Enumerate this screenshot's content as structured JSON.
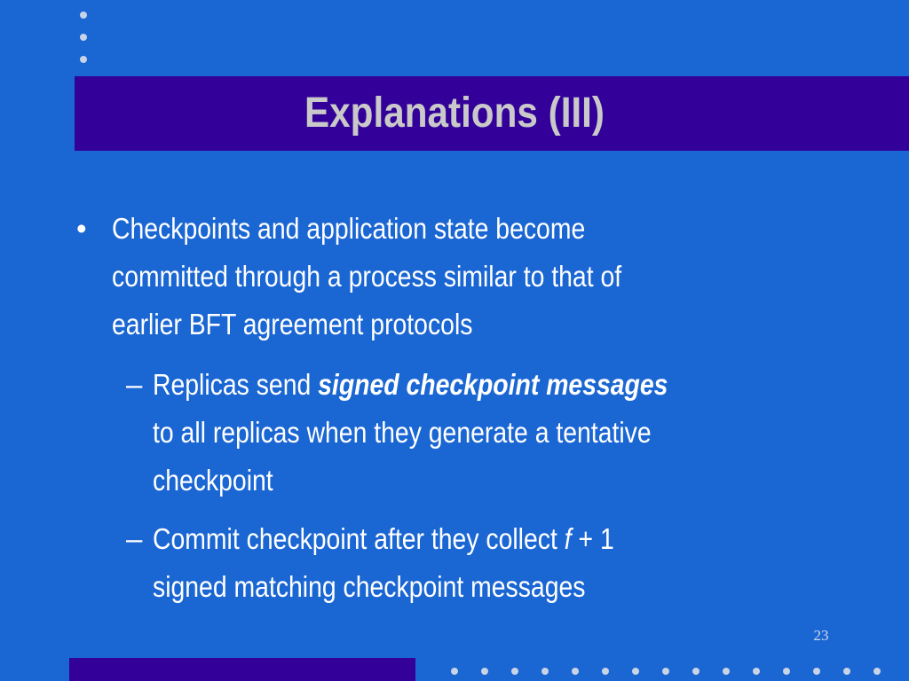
{
  "slide": {
    "title": "Explanations (III)",
    "bullet_glyph": "•",
    "dash_glyph": "–",
    "bullet1": {
      "line1": "Checkpoints  and application state become",
      "line2": "committed through a process similar to that of",
      "line3": "earlier BFT agreement protocols"
    },
    "sub1": {
      "line1_prefix": "Replicas send ",
      "line1_emph": "signed checkpoint messages",
      "line2": "to all replicas when they  generate a tentative",
      "line3": "checkpoint"
    },
    "sub2": {
      "line1_prefix": "Commit checkpoint after they collect ",
      "line1_var": "f",
      "line1_suffix": " + 1",
      "line2": "signed matching checkpoint messages"
    },
    "page_number": "23"
  },
  "colors": {
    "background": "#1a66d3",
    "title_bar": "#330099",
    "title_text": "#c9c9c9",
    "body_text": "#ffffff",
    "dots": "#c9d3e6"
  }
}
